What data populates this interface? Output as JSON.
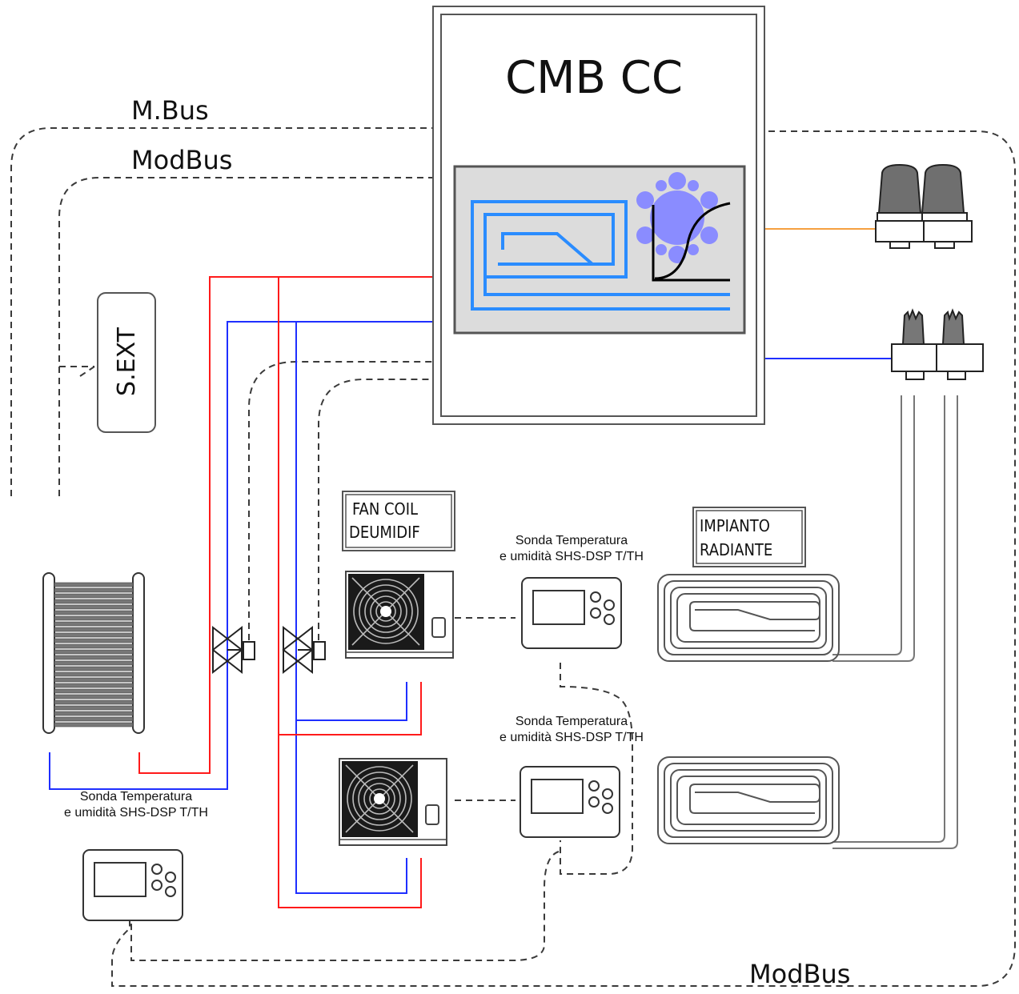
{
  "controller": {
    "title": "CMB CC"
  },
  "buses": {
    "mbus": "M.Bus",
    "modbus_top": "ModBus",
    "modbus_bottom": "ModBus"
  },
  "sensor_ext": {
    "label": "S.EXT"
  },
  "fan_coil": {
    "line1": "FAN COIL",
    "line2": "DEUMIDIF"
  },
  "radiant": {
    "line1": "IMPIANTO",
    "line2": "RADIANTE"
  },
  "probes": [
    {
      "line1": "Sonda Temperatura",
      "line2": "e umidità SHS-DSP T/TH"
    },
    {
      "line1": "Sonda Temperatura",
      "line2": "e umidità SHS-DSP T/TH"
    },
    {
      "line1": "Sonda Temperatura",
      "line2": "e umidità SHS-DSP T/TH"
    }
  ],
  "colors": {
    "supply": "#ff1a1a",
    "return": "#1f2fff",
    "bus": "#3a3a3a",
    "control_icon": "#2a8cff",
    "snowflake": "#8a8cff",
    "actuator_link": "#f5a040"
  },
  "icons": [
    "controller-icon",
    "snowflake-icon",
    "actuator-icon",
    "manifold-icon",
    "radiator-icon",
    "valve-icon",
    "fan-icon",
    "thermostat-icon",
    "floor-loop-icon"
  ]
}
